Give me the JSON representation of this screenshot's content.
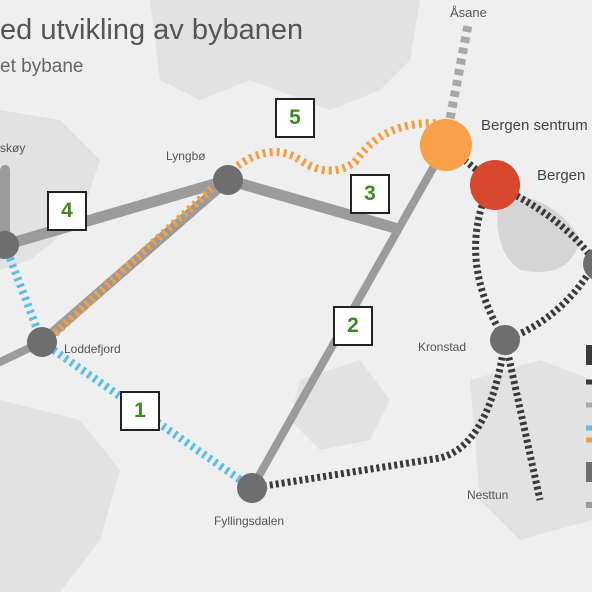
{
  "map": {
    "title": "ed utvikling av bybanen",
    "subtitle": "et bybane",
    "places": {
      "asane": "Åsane",
      "bergen_sentrum": "Bergen sentrum",
      "bergen_partial": "Bergen",
      "lyngbo": "Lyngbø",
      "askoy_partial": "skøy",
      "loddefjord": "Loddefjord",
      "kronstad": "Kronstad",
      "nesttun": "Nesttun",
      "fyllingsdalen": "Fyllingsdalen"
    },
    "route_numbers": [
      "1",
      "2",
      "3",
      "4",
      "5"
    ],
    "colors": {
      "existing_line": "#3a3a3a",
      "planned_grey": "#a8a8a8",
      "alternative_blue": "#5bbde8",
      "alternative_orange": "#f3a044",
      "sentrum_node": "#f8a04a",
      "bergen_node": "#d6472e",
      "route_grey": "#9b9b9b",
      "node": "#6e6e6e",
      "label_number": "#3d8a1f"
    }
  }
}
